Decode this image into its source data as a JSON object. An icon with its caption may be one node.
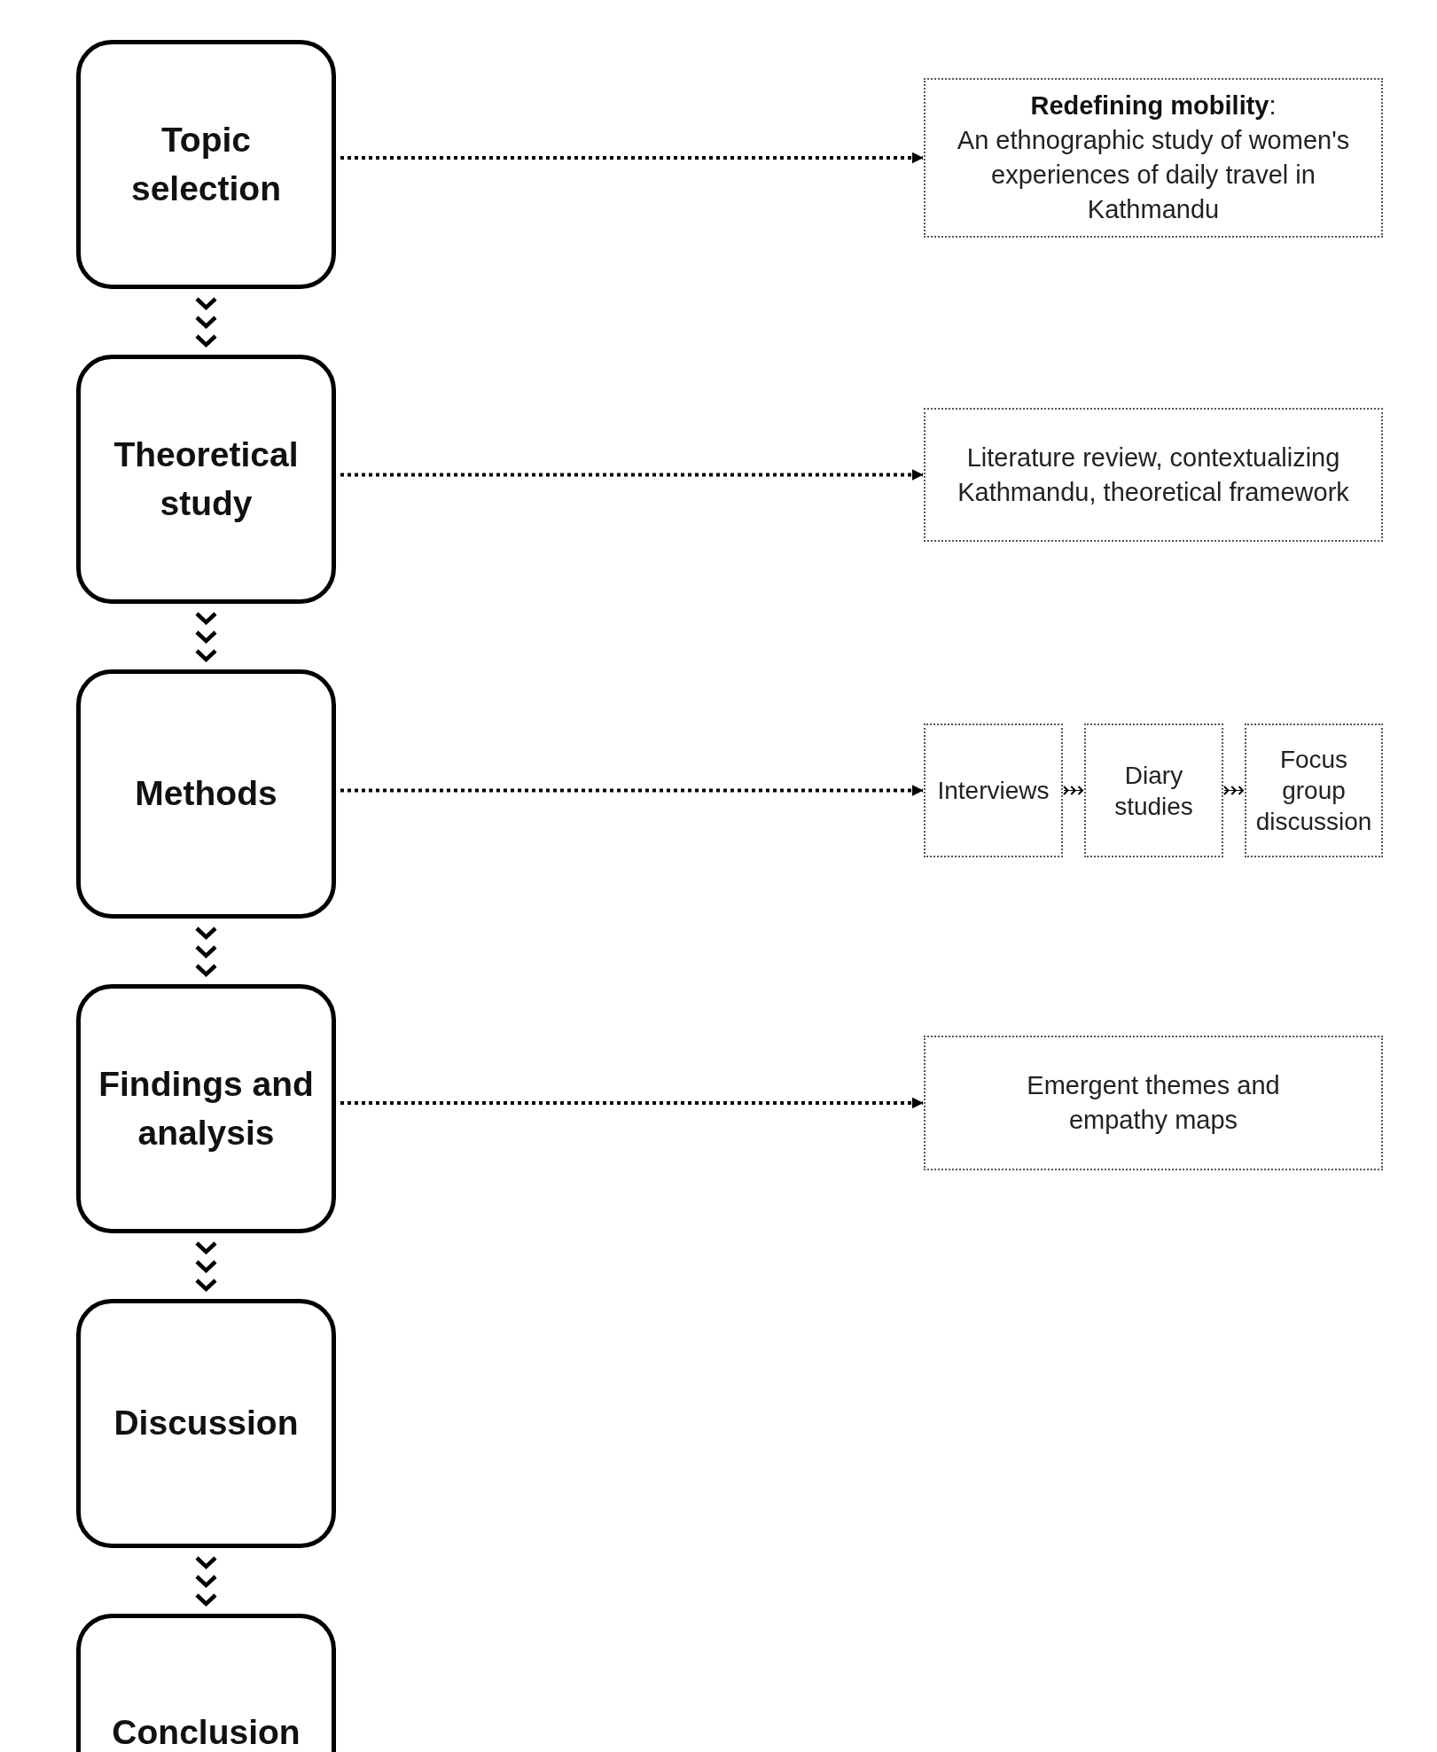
{
  "diagram": {
    "nodes": [
      {
        "text": [
          "Topic selection"
        ]
      },
      {
        "text": [
          "**Redefining mobility**:",
          "An ethnographic study of women's experiences of daily travel in Kathmandu"
        ]
      },
      {
        "text": [
          "Theoretical study"
        ]
      },
      {
        "text": [
          "Literature review, contextualizing Kathmandu, theoretical framework"
        ]
      },
      {
        "text": [
          "Methods"
        ]
      },
      {
        "text": [
          "Interviews"
        ]
      },
      {
        "text": [
          "Diary studies"
        ]
      },
      {
        "text": [
          "Focus group discussion"
        ]
      },
      {
        "text": [
          "Findings and analysis"
        ]
      },
      {
        "text": [
          "Emergent themes and empathy maps"
        ]
      },
      {
        "text": [
          "Discussion"
        ]
      },
      {
        "text": [
          "Conclusion"
        ]
      }
    ],
    "edges": [
      {
        "from": 0,
        "to": 1,
        "arrow": "to",
        "style": "dashed"
      },
      {
        "from": 0,
        "to": 2,
        "arrow": "to"
      },
      {
        "from": 2,
        "to": 3,
        "arrow": "to",
        "style": "dashed"
      },
      {
        "from": 2,
        "to": 4,
        "arrow": "to"
      },
      {
        "from": 4,
        "to": 5,
        "arrow": "to",
        "style": "dashed"
      },
      {
        "from": 5,
        "to": 6,
        "arrow": "to"
      },
      {
        "from": 6,
        "to": 7,
        "arrow": "to"
      },
      {
        "from": 4,
        "to": 8,
        "arrow": "to"
      },
      {
        "from": 8,
        "to": 9,
        "arrow": "to",
        "style": "dashed"
      },
      {
        "from": 8,
        "to": 10,
        "arrow": "to"
      },
      {
        "from": 10,
        "to": 11,
        "arrow": "to"
      }
    ]
  }
}
